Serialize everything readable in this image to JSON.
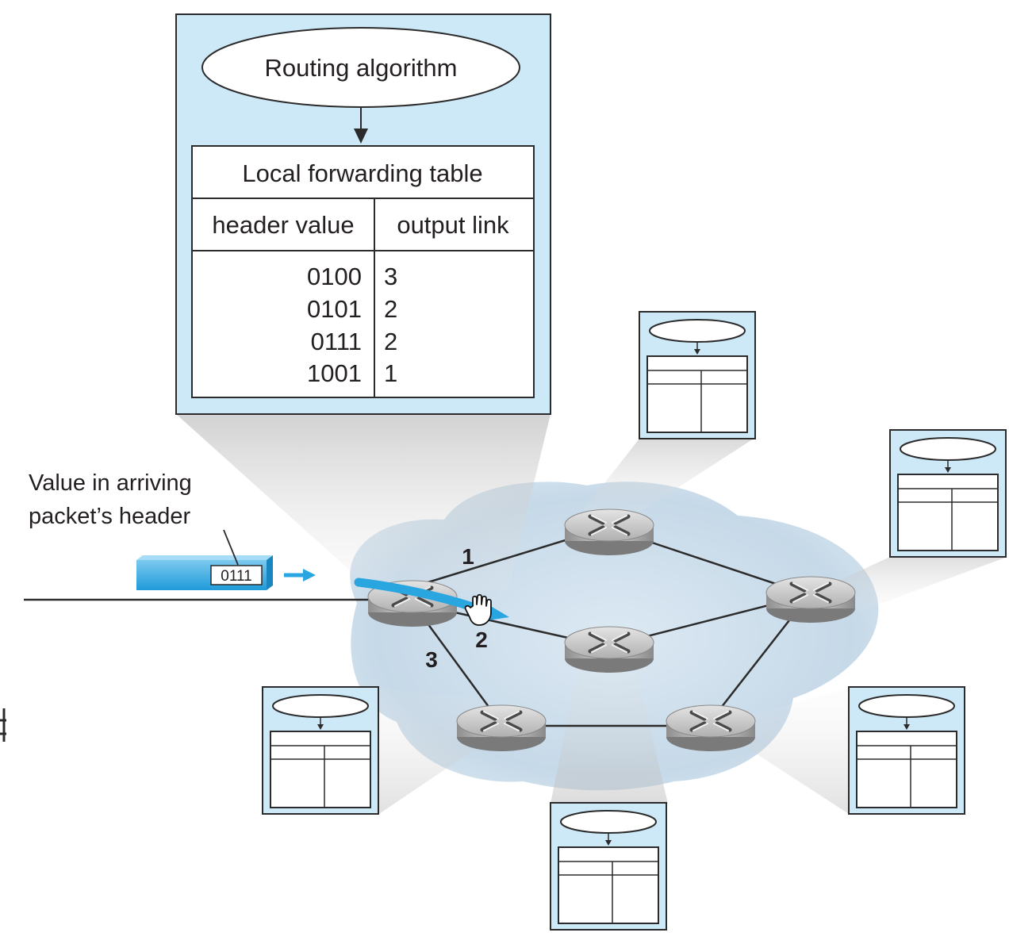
{
  "diagram": {
    "main_router_panel": {
      "algorithm_label": "Routing algorithm",
      "table_title": "Local forwarding table",
      "col_header_value": "header value",
      "col_output_link": "output link",
      "rows": [
        {
          "header": "0100",
          "link": "3"
        },
        {
          "header": "0101",
          "link": "2"
        },
        {
          "header": "0111",
          "link": "2"
        },
        {
          "header": "1001",
          "link": "1"
        }
      ]
    },
    "arriving_packet": {
      "caption_line1": "Value in arriving",
      "caption_line2": "packet’s header",
      "header_value": "0111"
    },
    "link_labels": {
      "link1": "1",
      "link2": "2",
      "link3": "3"
    },
    "colors": {
      "panel_fill": "#cde8f7",
      "panel_border": "#2b2b2b",
      "cloud_fill": "#c9dcea",
      "packet_blue": "#29a6e0",
      "router_body": "#b9b9b9"
    },
    "icons": [
      "router-icon",
      "hand-cursor-icon",
      "arrow-icon"
    ]
  }
}
